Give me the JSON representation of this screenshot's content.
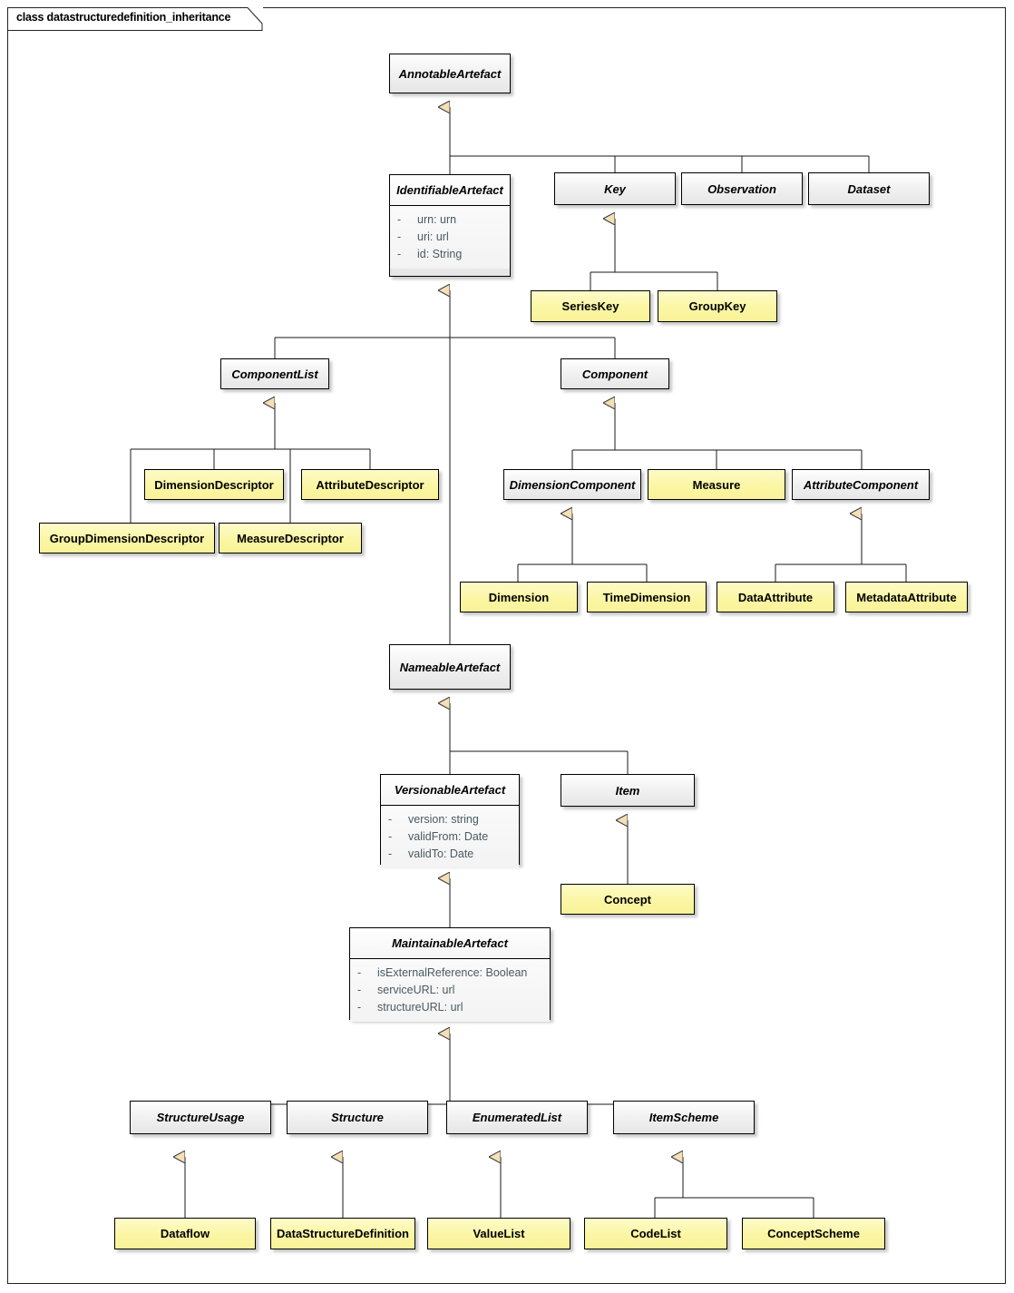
{
  "diagram": {
    "title": "class datastructuredefinition_inheritance",
    "type": "uml-class-inheritance",
    "colors": {
      "abstract_fill": "#EFEFEF",
      "concrete_fill": "#FAF3A0",
      "border": "#000000",
      "arrowhead_fill": "#F5DFB8",
      "attribute_text": "#4A5A63",
      "frame_border": "#222222"
    }
  },
  "nodes": {
    "annotable_artefact": {
      "label": "AnnotableArtefact",
      "stereotype": "abstract"
    },
    "identifiable_artefact": {
      "label": "IdentifiableArtefact",
      "stereotype": "abstract",
      "attributes": [
        {
          "visibility": "-",
          "text": "urn: urn"
        },
        {
          "visibility": "-",
          "text": "uri: url"
        },
        {
          "visibility": "-",
          "text": "id: String"
        }
      ]
    },
    "key": {
      "label": "Key",
      "stereotype": "abstract"
    },
    "observation": {
      "label": "Observation",
      "stereotype": "abstract"
    },
    "dataset": {
      "label": "Dataset",
      "stereotype": "abstract"
    },
    "series_key": {
      "label": "SeriesKey",
      "stereotype": "concrete"
    },
    "group_key": {
      "label": "GroupKey",
      "stereotype": "concrete"
    },
    "component_list": {
      "label": "ComponentList",
      "stereotype": "abstract"
    },
    "component": {
      "label": "Component",
      "stereotype": "abstract"
    },
    "dimension_descriptor": {
      "label": "DimensionDescriptor",
      "stereotype": "concrete"
    },
    "attribute_descriptor": {
      "label": "AttributeDescriptor",
      "stereotype": "concrete"
    },
    "group_dimension_descriptor": {
      "label": "GroupDimensionDescriptor",
      "stereotype": "concrete"
    },
    "measure_descriptor": {
      "label": "MeasureDescriptor",
      "stereotype": "concrete"
    },
    "dimension_component": {
      "label": "DimensionComponent",
      "stereotype": "abstract"
    },
    "measure": {
      "label": "Measure",
      "stereotype": "concrete"
    },
    "attribute_component": {
      "label": "AttributeComponent",
      "stereotype": "abstract"
    },
    "dimension": {
      "label": "Dimension",
      "stereotype": "concrete"
    },
    "time_dimension": {
      "label": "TimeDimension",
      "stereotype": "concrete"
    },
    "data_attribute": {
      "label": "DataAttribute",
      "stereotype": "concrete"
    },
    "metadata_attribute": {
      "label": "MetadataAttribute",
      "stereotype": "concrete"
    },
    "nameable_artefact": {
      "label": "NameableArtefact",
      "stereotype": "abstract"
    },
    "versionable_artefact": {
      "label": "VersionableArtefact",
      "stereotype": "abstract",
      "attributes": [
        {
          "visibility": "-",
          "text": "version: string"
        },
        {
          "visibility": "-",
          "text": "validFrom: Date"
        },
        {
          "visibility": "-",
          "text": "validTo: Date"
        }
      ]
    },
    "item": {
      "label": "Item",
      "stereotype": "abstract"
    },
    "concept": {
      "label": "Concept",
      "stereotype": "concrete"
    },
    "maintainable_artefact": {
      "label": "MaintainableArtefact",
      "stereotype": "abstract",
      "attributes": [
        {
          "visibility": "-",
          "text": "isExternalReference: Boolean"
        },
        {
          "visibility": "-",
          "text": "serviceURL: url"
        },
        {
          "visibility": "-",
          "text": "structureURL: url"
        }
      ]
    },
    "structure_usage": {
      "label": "StructureUsage",
      "stereotype": "abstract"
    },
    "structure": {
      "label": "Structure",
      "stereotype": "abstract"
    },
    "enumerated_list": {
      "label": "EnumeratedList",
      "stereotype": "abstract"
    },
    "item_scheme": {
      "label": "ItemScheme",
      "stereotype": "abstract"
    },
    "dataflow": {
      "label": "Dataflow",
      "stereotype": "concrete"
    },
    "data_structure_definition": {
      "label": "DataStructureDefinition",
      "stereotype": "concrete"
    },
    "value_list": {
      "label": "ValueList",
      "stereotype": "concrete"
    },
    "code_list": {
      "label": "CodeList",
      "stereotype": "concrete"
    },
    "concept_scheme": {
      "label": "ConceptScheme",
      "stereotype": "concrete"
    }
  },
  "generalizations": [
    {
      "child": "identifiable_artefact",
      "parent": "annotable_artefact"
    },
    {
      "child": "key",
      "parent": "annotable_artefact"
    },
    {
      "child": "observation",
      "parent": "annotable_artefact"
    },
    {
      "child": "dataset",
      "parent": "annotable_artefact"
    },
    {
      "child": "series_key",
      "parent": "key"
    },
    {
      "child": "group_key",
      "parent": "key"
    },
    {
      "child": "component_list",
      "parent": "identifiable_artefact"
    },
    {
      "child": "component",
      "parent": "identifiable_artefact"
    },
    {
      "child": "nameable_artefact",
      "parent": "identifiable_artefact"
    },
    {
      "child": "group_dimension_descriptor",
      "parent": "component_list"
    },
    {
      "child": "dimension_descriptor",
      "parent": "component_list"
    },
    {
      "child": "measure_descriptor",
      "parent": "component_list"
    },
    {
      "child": "attribute_descriptor",
      "parent": "component_list"
    },
    {
      "child": "dimension_component",
      "parent": "component"
    },
    {
      "child": "measure",
      "parent": "component"
    },
    {
      "child": "attribute_component",
      "parent": "component"
    },
    {
      "child": "dimension",
      "parent": "dimension_component"
    },
    {
      "child": "time_dimension",
      "parent": "dimension_component"
    },
    {
      "child": "data_attribute",
      "parent": "attribute_component"
    },
    {
      "child": "metadata_attribute",
      "parent": "attribute_component"
    },
    {
      "child": "versionable_artefact",
      "parent": "nameable_artefact"
    },
    {
      "child": "item",
      "parent": "nameable_artefact"
    },
    {
      "child": "concept",
      "parent": "item"
    },
    {
      "child": "maintainable_artefact",
      "parent": "versionable_artefact"
    },
    {
      "child": "structure_usage",
      "parent": "maintainable_artefact"
    },
    {
      "child": "structure",
      "parent": "maintainable_artefact"
    },
    {
      "child": "enumerated_list",
      "parent": "maintainable_artefact"
    },
    {
      "child": "item_scheme",
      "parent": "maintainable_artefact"
    },
    {
      "child": "dataflow",
      "parent": "structure_usage"
    },
    {
      "child": "data_structure_definition",
      "parent": "structure"
    },
    {
      "child": "value_list",
      "parent": "enumerated_list"
    },
    {
      "child": "code_list",
      "parent": "item_scheme"
    },
    {
      "child": "concept_scheme",
      "parent": "item_scheme"
    }
  ]
}
